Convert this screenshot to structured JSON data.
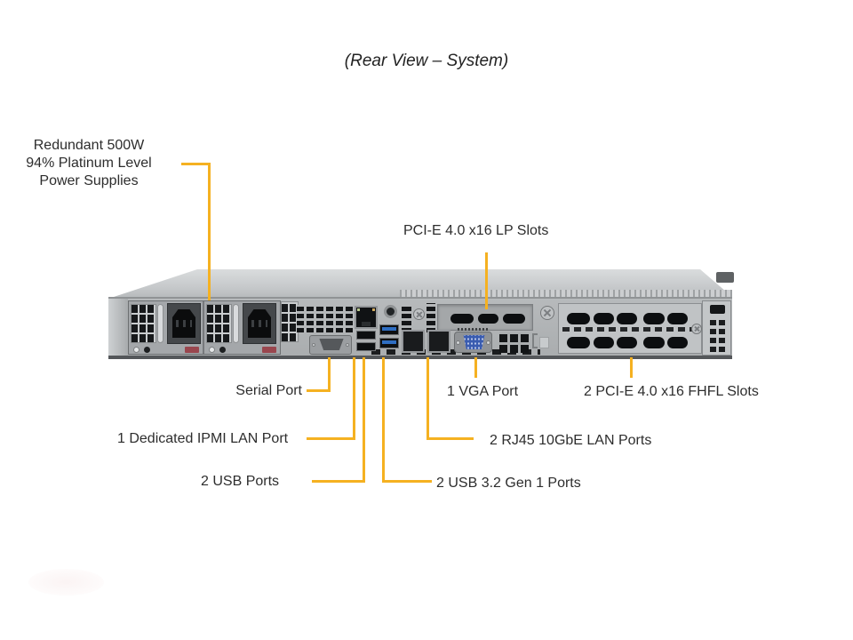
{
  "title": "(Rear View – System)",
  "callouts": {
    "psu": {
      "line1": "Redundant 500W",
      "line2": "94% Platinum Level",
      "line3": "Power Supplies"
    },
    "lp_slots": "PCI-E 4.0 x16 LP Slots",
    "serial": "Serial Port",
    "vga": "1 VGA Port",
    "fhfl_slots": "2 PCI-E 4.0 x16 FHFL Slots",
    "ipmi": "1 Dedicated IPMI  LAN Port",
    "lan": "2 RJ45 10GbE LAN Ports",
    "usb": "2 USB Ports",
    "usb32": "2 USB 3.2 Gen 1 Ports"
  },
  "colors": {
    "callout_line": "#F5B121",
    "label_text": "#2D2D2D",
    "chassis_lid": "#C8CBCD",
    "chassis_face": "#AEB1B4",
    "vga_blue": "#3A5CB0",
    "usb3_blue": "#2F6EC2",
    "psu_latch_red": "#99464E"
  }
}
